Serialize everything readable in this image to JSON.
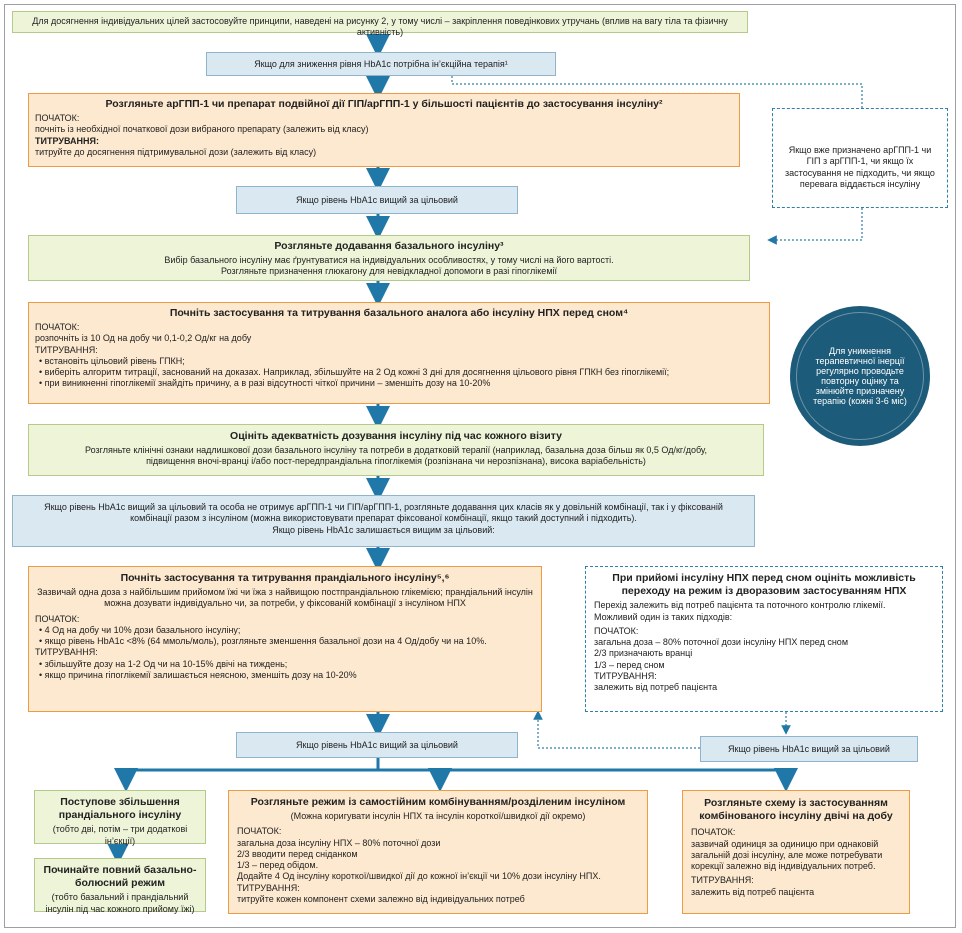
{
  "top_box": "Для досягнення індивідуальних цілей застосовуйте принципи, наведені на рисунку 2, у тому числі – закріплення поведінкових утручань (вплив на вагу тіла та фізичну активність)",
  "cond_injection": "Якщо для зниження рівня HbA1c потрібна ін’єкційна терапія¹",
  "glp": {
    "title": "Розгляньте арГПП-1 чи препарат подвійної дії ГІП/арГПП-1 у більшості пацієнтів до застосування інсуліну²",
    "start_label": "ПОЧАТОК:",
    "start_text": "почніть із необхідної початкової дози вибраного препарату (залежить від класу)",
    "titr_label": "ТИТРУВАННЯ:",
    "titr_text": "титруйте до досягнення підтримувальної дози (залежить від класу)"
  },
  "side_note": "Якщо вже призначено арГПП-1 чи ГІП з арГПП-1, чи якщо їх застосування не підходить, чи якщо перевага віддається інсуліну",
  "cond_above_1": "Якщо рівень HbA1c вищий за цільовий",
  "basal_add": {
    "title": "Розгляньте додавання базального інсуліну³",
    "line1": "Вибір базального інсуліну має ґрунтуватися на індивідуальних особливостях, у тому числі на його вартості.",
    "line2": "Розгляньте призначення глюкагону для невідкладної допомоги в разі гіпоглікемії"
  },
  "basal_start": {
    "title": "Почніть застосування та титрування базального аналога або інсуліну НПХ перед сном⁴",
    "start_label": "ПОЧАТОК:",
    "start_text": "розпочніть із 10 Од на добу чи 0,1-0,2 Од/кг на добу",
    "titr_label": "ТИТРУВАННЯ:",
    "bullets": [
      "встановіть цільовий рівень ГПКН;",
      "виберіть алгоритм титрації, заснований на доказах. Наприклад, збільшуйте на 2 Од кожні 3 дні для досягнення цільового рівня ГПКН без гіпоглікемії;",
      "при виникненні гіпоглікемії знайдіть причину, а в разі відсутності чіткої причини – зменшіть дозу на 10-20%"
    ]
  },
  "circle_text": "Для уникнення терапевтичної інерції регулярно проводьте повторну оцінку та змінюйте призначену терапію (кожні 3-6 міс)",
  "assess": {
    "title": "Оцініть адекватність дозування інсуліну під час кожного візиту",
    "line1": "Розгляньте клінічні ознаки надлишкової дози базального інсуліну та потреби в додатковій терапії (наприклад, базальна доза більш як 0,5 Од/кг/добу,",
    "line2": "підвищення вночі-вранці і/або пост-передпрандіальна гіпоглікемія (розпізнана чи нерозпізнана), висока варіабельність)"
  },
  "cond_glp_add": {
    "line1": "Якщо рівень HbA1c вищий за цільовий та особа не отримує арГПП-1 чи ГІП/арГПП-1, розгляньте додавання цих класів як у довільній комбінації, так і у фіксованій",
    "line2": "комбінації разом з інсуліном (можна використовувати препарат фіксованої комбінації, якщо такий доступний і підходить).",
    "line3": "Якщо рівень HbA1c залишається вищим за цільовий:"
  },
  "prandial": {
    "title": "Почніть застосування та титрування прандіального інсуліну⁵,⁶",
    "intro1": "Зазвичай одна доза з найбільшим прийомом їжі чи їжа з найвищою постпрандіальною глікемією; прандіальний інсулін",
    "intro2": "можна дозувати індивідуально чи, за потреби, у фіксованій комбінації з інсуліном НПХ",
    "start_label": "ПОЧАТОК:",
    "start_bullets": [
      "4 Од на добу чи 10% дози базального інсуліну;",
      "якщо рівень HbA1c <8% (64 ммоль/моль), розгляньте зменшення базальної дози на 4 Од/добу чи на 10%."
    ],
    "titr_label": "ТИТРУВАННЯ:",
    "titr_bullets": [
      "збільшуйте дозу на 1-2 Од чи на 10-15% двічі на тиждень;",
      "якщо причина гіпоглікемії залишається неясною, зменшіть дозу на 10-20%"
    ]
  },
  "nph": {
    "title": "При прийомі інсуліну НПХ перед сном оцініть можливість переходу на режим із дворазовим застосуванням НПХ",
    "intro1": "Перехід залежить від потреб пацієнта та поточного контролю глікемії.",
    "intro2": "Можливий один із таких підходів:",
    "start_label": "ПОЧАТОК:",
    "start_lines": [
      "загальна доза – 80% поточної дози інсуліну НПХ перед сном",
      "2/3 призначають вранці",
      "1/3 – перед сном"
    ],
    "titr_label": "ТИТРУВАННЯ:",
    "titr_text": "залежить від потреб пацієнта"
  },
  "cond_above_2": "Якщо рівень HbA1c вищий за цільовий",
  "cond_above_3": "Якщо рівень HbA1c вищий за цільовий",
  "stepwise": {
    "title": "Поступове збільшення прандіального інсуліну",
    "text": "(тобто дві, потім – три додаткові ін’єкції)"
  },
  "basal_bolus": {
    "title": "Починайте повний базально-болюсний режим",
    "text": "(тобто базальний і прандіальний інсулін під час кожного прийому їжі)"
  },
  "split": {
    "title": "Розгляньте режим із самостійним комбінуванням/розділеним інсуліном",
    "subtitle": "(Можна коригувати інсулін НПХ та інсулін короткої/швидкої дії окремо)",
    "start_label": "ПОЧАТОК:",
    "start_lines": [
      "загальна доза інсуліну НПХ – 80% поточної дози",
      "2/3 вводити перед сніданком",
      "1/3 – перед обідом.",
      "Додайте 4 Од інсуліну короткої/швидкої дії до кожної ін’єкції чи 10% дози інсуліну НПХ."
    ],
    "titr_label": "ТИТРУВАННЯ:",
    "titr_text": "титруйте кожен компонент схеми залежно від індивідуальних потреб"
  },
  "premix": {
    "title": "Розгляньте схему із застосуванням комбінованого інсуліну двічі на добу",
    "start_label": "ПОЧАТОК:",
    "start_text": "зазвичай одиниця за одиницю при однаковій загальній дозі інсуліну, але може потребувати корекції залежно від індивідуальних потреб.",
    "titr_label": "ТИТРУВАННЯ:",
    "titr_text": "залежить від потреб пацієнта"
  },
  "colors": {
    "green_fill": "#eef4d8",
    "orange_border": "#ef9b43",
    "orange_fill": "#fde9cf",
    "blue_fill": "#d9e8f1",
    "arrow": "#1f78a8",
    "circle": "#1d5b7a"
  }
}
